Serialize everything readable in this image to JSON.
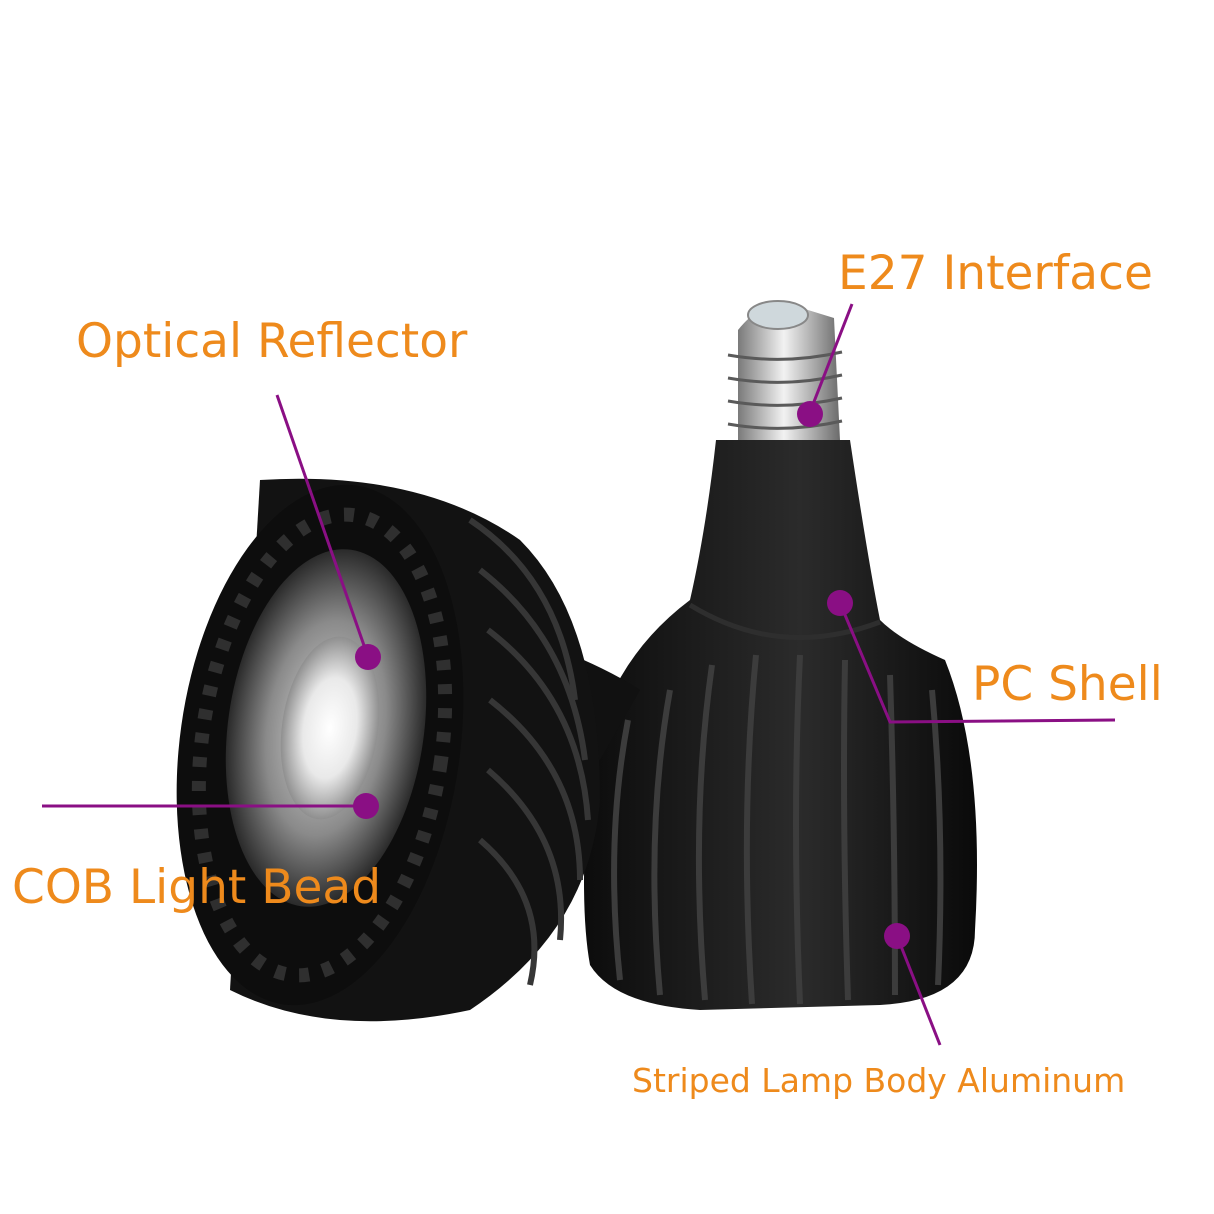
{
  "colors": {
    "label_text": "#ee8a1c",
    "callout": "#8a0f84",
    "lamp_body": "#151515",
    "background": "#ffffff"
  },
  "callouts": {
    "optical_reflector": "Optical Reflector",
    "e27_interface": "E27 Interface",
    "pc_shell": "PC Shell",
    "cob_light_bead": "COB Light Bead",
    "striped_lamp_body": "Striped Lamp Body Aluminum"
  }
}
